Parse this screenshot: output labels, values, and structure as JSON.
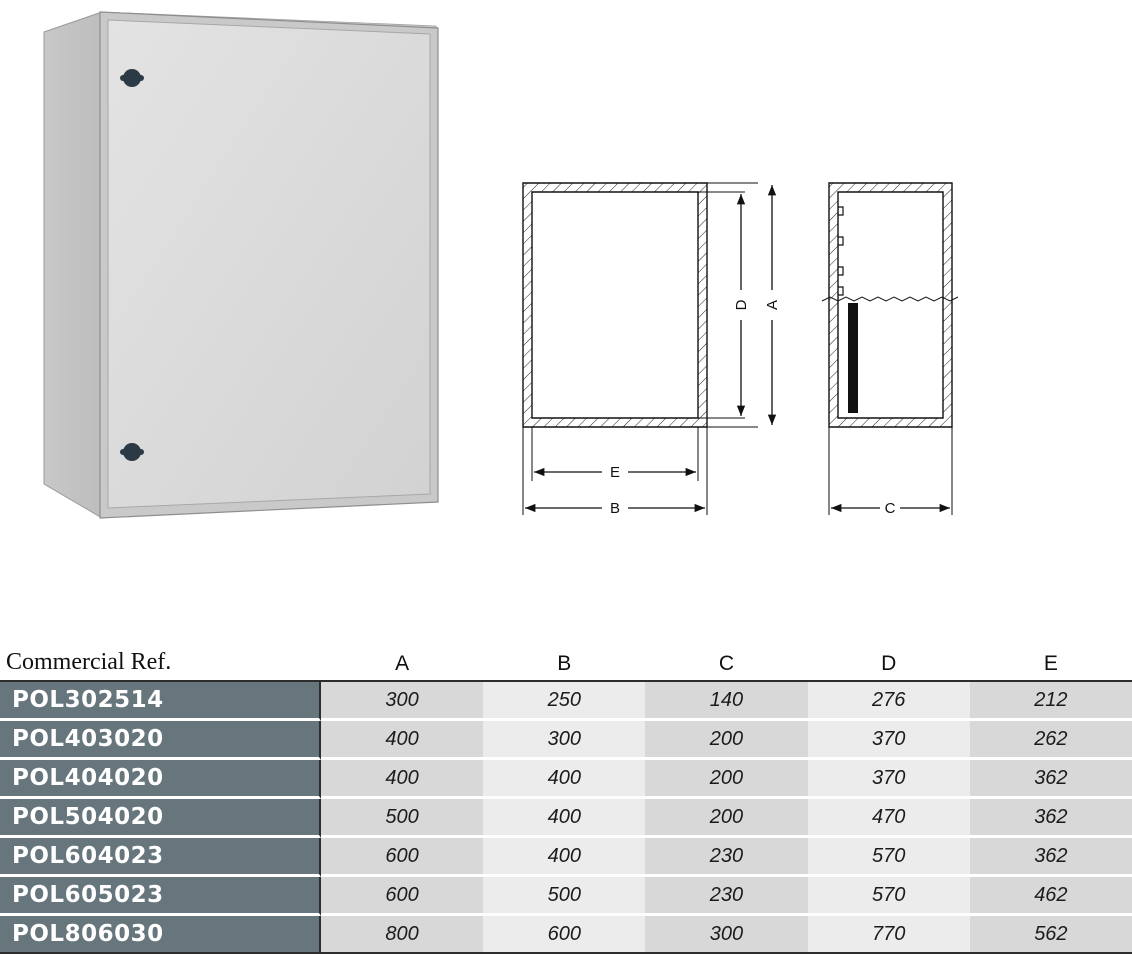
{
  "drawing_labels": {
    "a": "A",
    "b": "B",
    "c": "C",
    "d": "D",
    "e": "E"
  },
  "table": {
    "header": {
      "ref": "Commercial Ref.",
      "cols": [
        "A",
        "B",
        "C",
        "D",
        "E"
      ]
    },
    "rows": [
      {
        "ref": "POL302514",
        "values": [
          "300",
          "250",
          "140",
          "276",
          "212"
        ]
      },
      {
        "ref": "POL403020",
        "values": [
          "400",
          "300",
          "200",
          "370",
          "262"
        ]
      },
      {
        "ref": "POL404020",
        "values": [
          "400",
          "400",
          "200",
          "370",
          "362"
        ]
      },
      {
        "ref": "POL504020",
        "values": [
          "500",
          "400",
          "200",
          "470",
          "362"
        ]
      },
      {
        "ref": "POL604023",
        "values": [
          "600",
          "400",
          "230",
          "570",
          "362"
        ]
      },
      {
        "ref": "POL605023",
        "values": [
          "600",
          "500",
          "230",
          "570",
          "462"
        ]
      },
      {
        "ref": "POL806030",
        "values": [
          "800",
          "600",
          "300",
          "770",
          "562"
        ]
      }
    ]
  }
}
